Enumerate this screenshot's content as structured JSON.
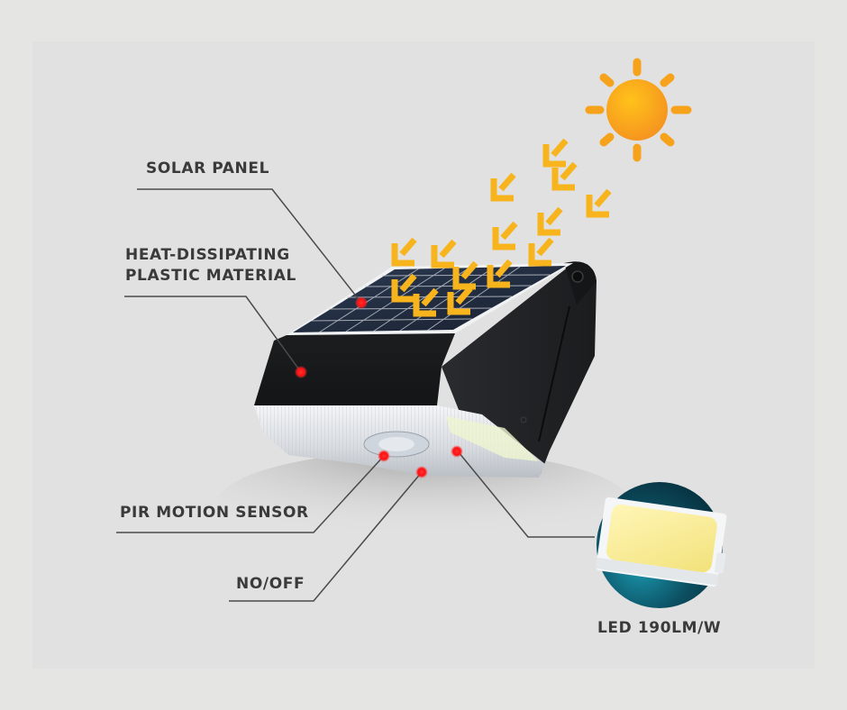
{
  "callouts": {
    "solar_panel": {
      "label": "SOLAR PANEL"
    },
    "heat_dissipating": {
      "line1": "HEAT-DISSIPATING",
      "line2": "PLASTIC MATERIAL"
    },
    "pir_sensor": {
      "label": "PIR MOTION SENSOR"
    },
    "no_off": {
      "label": "NO/OFF"
    },
    "led": {
      "label": "LED 190LM/W"
    }
  },
  "icons": {
    "sun": "sun-icon",
    "sunlight_arrows": "arrow-down-left-icon",
    "marker": "red-dot-marker"
  },
  "colors": {
    "background_outer": "#e5e5e3",
    "background_panel": "#e1e1e1",
    "text": "#3a3a3a",
    "leader_line": "#4a4a4a",
    "sun": "#f7a21b",
    "arrow": "#f7b41d",
    "marker": "#ff1a1a",
    "housing": "#1e1f21",
    "led_glow": "#0f6a7a",
    "led_chip": "#f6ee9a"
  }
}
